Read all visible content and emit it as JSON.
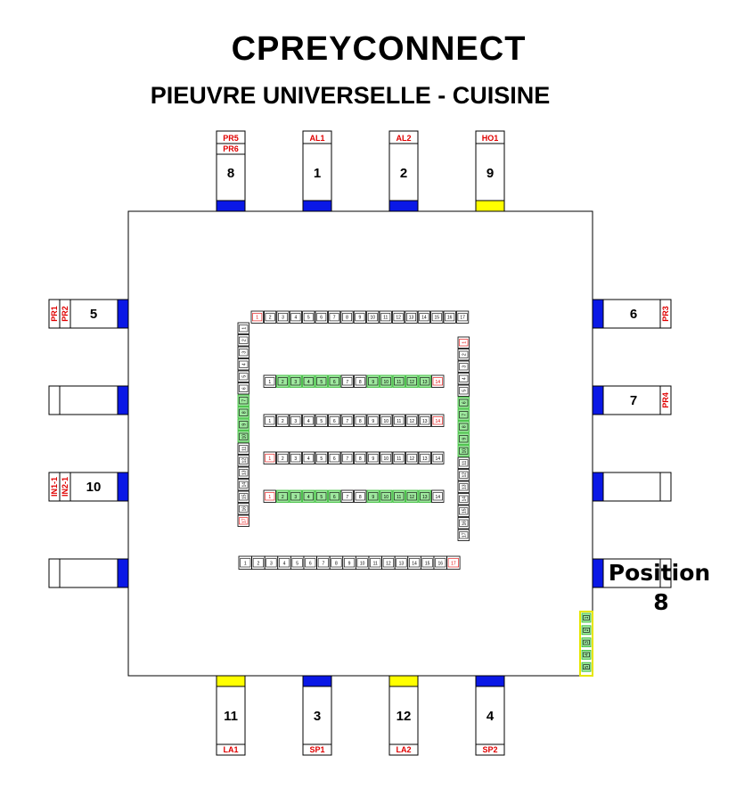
{
  "header": {
    "title": "CPREYCONNECT",
    "subtitle": "PIEUVRE UNIVERSELLE - CUISINE"
  },
  "colors": {
    "blue": "#0a18e6",
    "yellow": "#ffff00",
    "red": "#e00000",
    "green": "#9ee89e",
    "green_border": "#30b830"
  },
  "connectors": {
    "top": [
      {
        "number": "8",
        "labels": [
          "PR5",
          "PR6"
        ],
        "color": "blue"
      },
      {
        "number": "1",
        "labels": [
          "AL1"
        ],
        "color": "blue"
      },
      {
        "number": "2",
        "labels": [
          "AL2"
        ],
        "color": "blue"
      },
      {
        "number": "9",
        "labels": [
          "HO1"
        ],
        "color": "yellow"
      }
    ],
    "bottom": [
      {
        "number": "11",
        "labels": [
          "LA1"
        ],
        "color": "yellow"
      },
      {
        "number": "3",
        "labels": [
          "SP1"
        ],
        "color": "blue"
      },
      {
        "number": "12",
        "labels": [
          "LA2"
        ],
        "color": "yellow"
      },
      {
        "number": "4",
        "labels": [
          "SP2"
        ],
        "color": "blue"
      }
    ],
    "left": [
      {
        "number": "5",
        "labels": [
          "PR1",
          "PR2"
        ],
        "color": "blue"
      },
      {
        "number": "",
        "labels": [],
        "color": "blue"
      },
      {
        "number": "10",
        "labels": [
          "IN1-1",
          "IN2-1"
        ],
        "color": "blue"
      },
      {
        "number": "",
        "labels": [],
        "color": "blue"
      }
    ],
    "right": [
      {
        "number": "6",
        "labels": [
          "PR3"
        ],
        "color": "blue"
      },
      {
        "number": "7",
        "labels": [
          "PR4"
        ],
        "color": "blue"
      },
      {
        "number": "",
        "labels": [],
        "color": "blue"
      },
      {
        "number": "",
        "labels": [],
        "color": "blue"
      }
    ]
  },
  "position_label": {
    "line1": "Position",
    "line2": "8"
  },
  "terminal_rows": {
    "top_strip": {
      "count": 17,
      "red": [
        1
      ],
      "green": []
    },
    "left_strip": {
      "count": 17,
      "red": [
        17
      ],
      "green": [
        7,
        8,
        9,
        10
      ]
    },
    "right_strip": {
      "count": 17,
      "red": [
        1
      ],
      "green": [
        6,
        7,
        8,
        9,
        10
      ]
    },
    "bottom_strip": {
      "count": 17,
      "red": [
        17
      ],
      "green": []
    },
    "inner_row_1": {
      "count": 14,
      "red": [
        14
      ],
      "green": [
        2,
        3,
        4,
        5,
        6,
        9,
        10,
        11,
        12,
        13
      ]
    },
    "inner_row_2": {
      "count": 14,
      "red": [
        14
      ],
      "green": []
    },
    "inner_row_3": {
      "count": 14,
      "red": [
        1
      ],
      "green": []
    },
    "inner_row_4": {
      "count": 14,
      "red": [
        1
      ],
      "green": [
        2,
        3,
        4,
        5,
        6,
        9,
        10,
        11,
        12,
        13
      ]
    },
    "corner_strip": {
      "count": 5,
      "red": [],
      "green": [
        1,
        2,
        3,
        4,
        5
      ]
    }
  }
}
